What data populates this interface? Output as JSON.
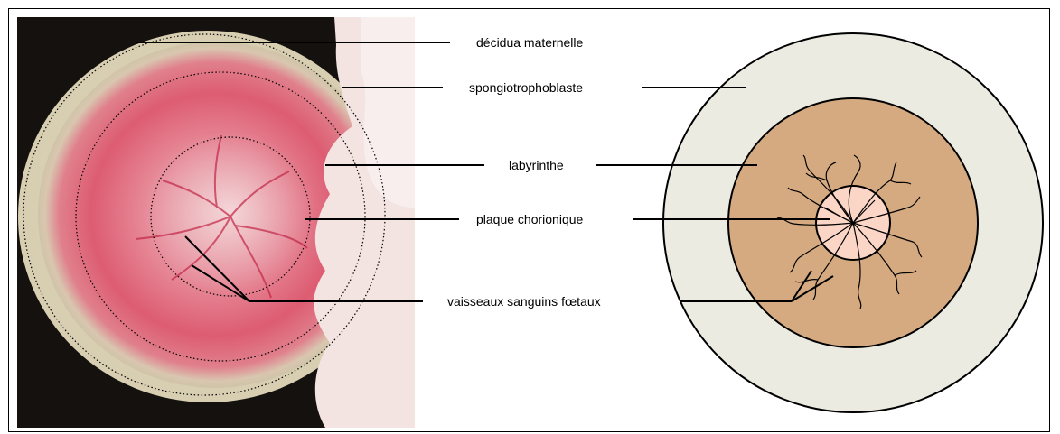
{
  "labels": {
    "decidua": "décidua maternelle",
    "spongio": "spongiotrophoblaste",
    "labyrinthe": "labyrinthe",
    "plaque": "plaque chorionique",
    "vaisseaux": "vaisseaux sanguins fœtaux"
  },
  "colors": {
    "frame": "#000000",
    "decidua_fill": "#ecebe1",
    "labyrinth_fill": "#d5aa80",
    "plate_fill": "#fbd6c6",
    "photo_background": "#15110f",
    "placenta_red": "#d8485f"
  }
}
